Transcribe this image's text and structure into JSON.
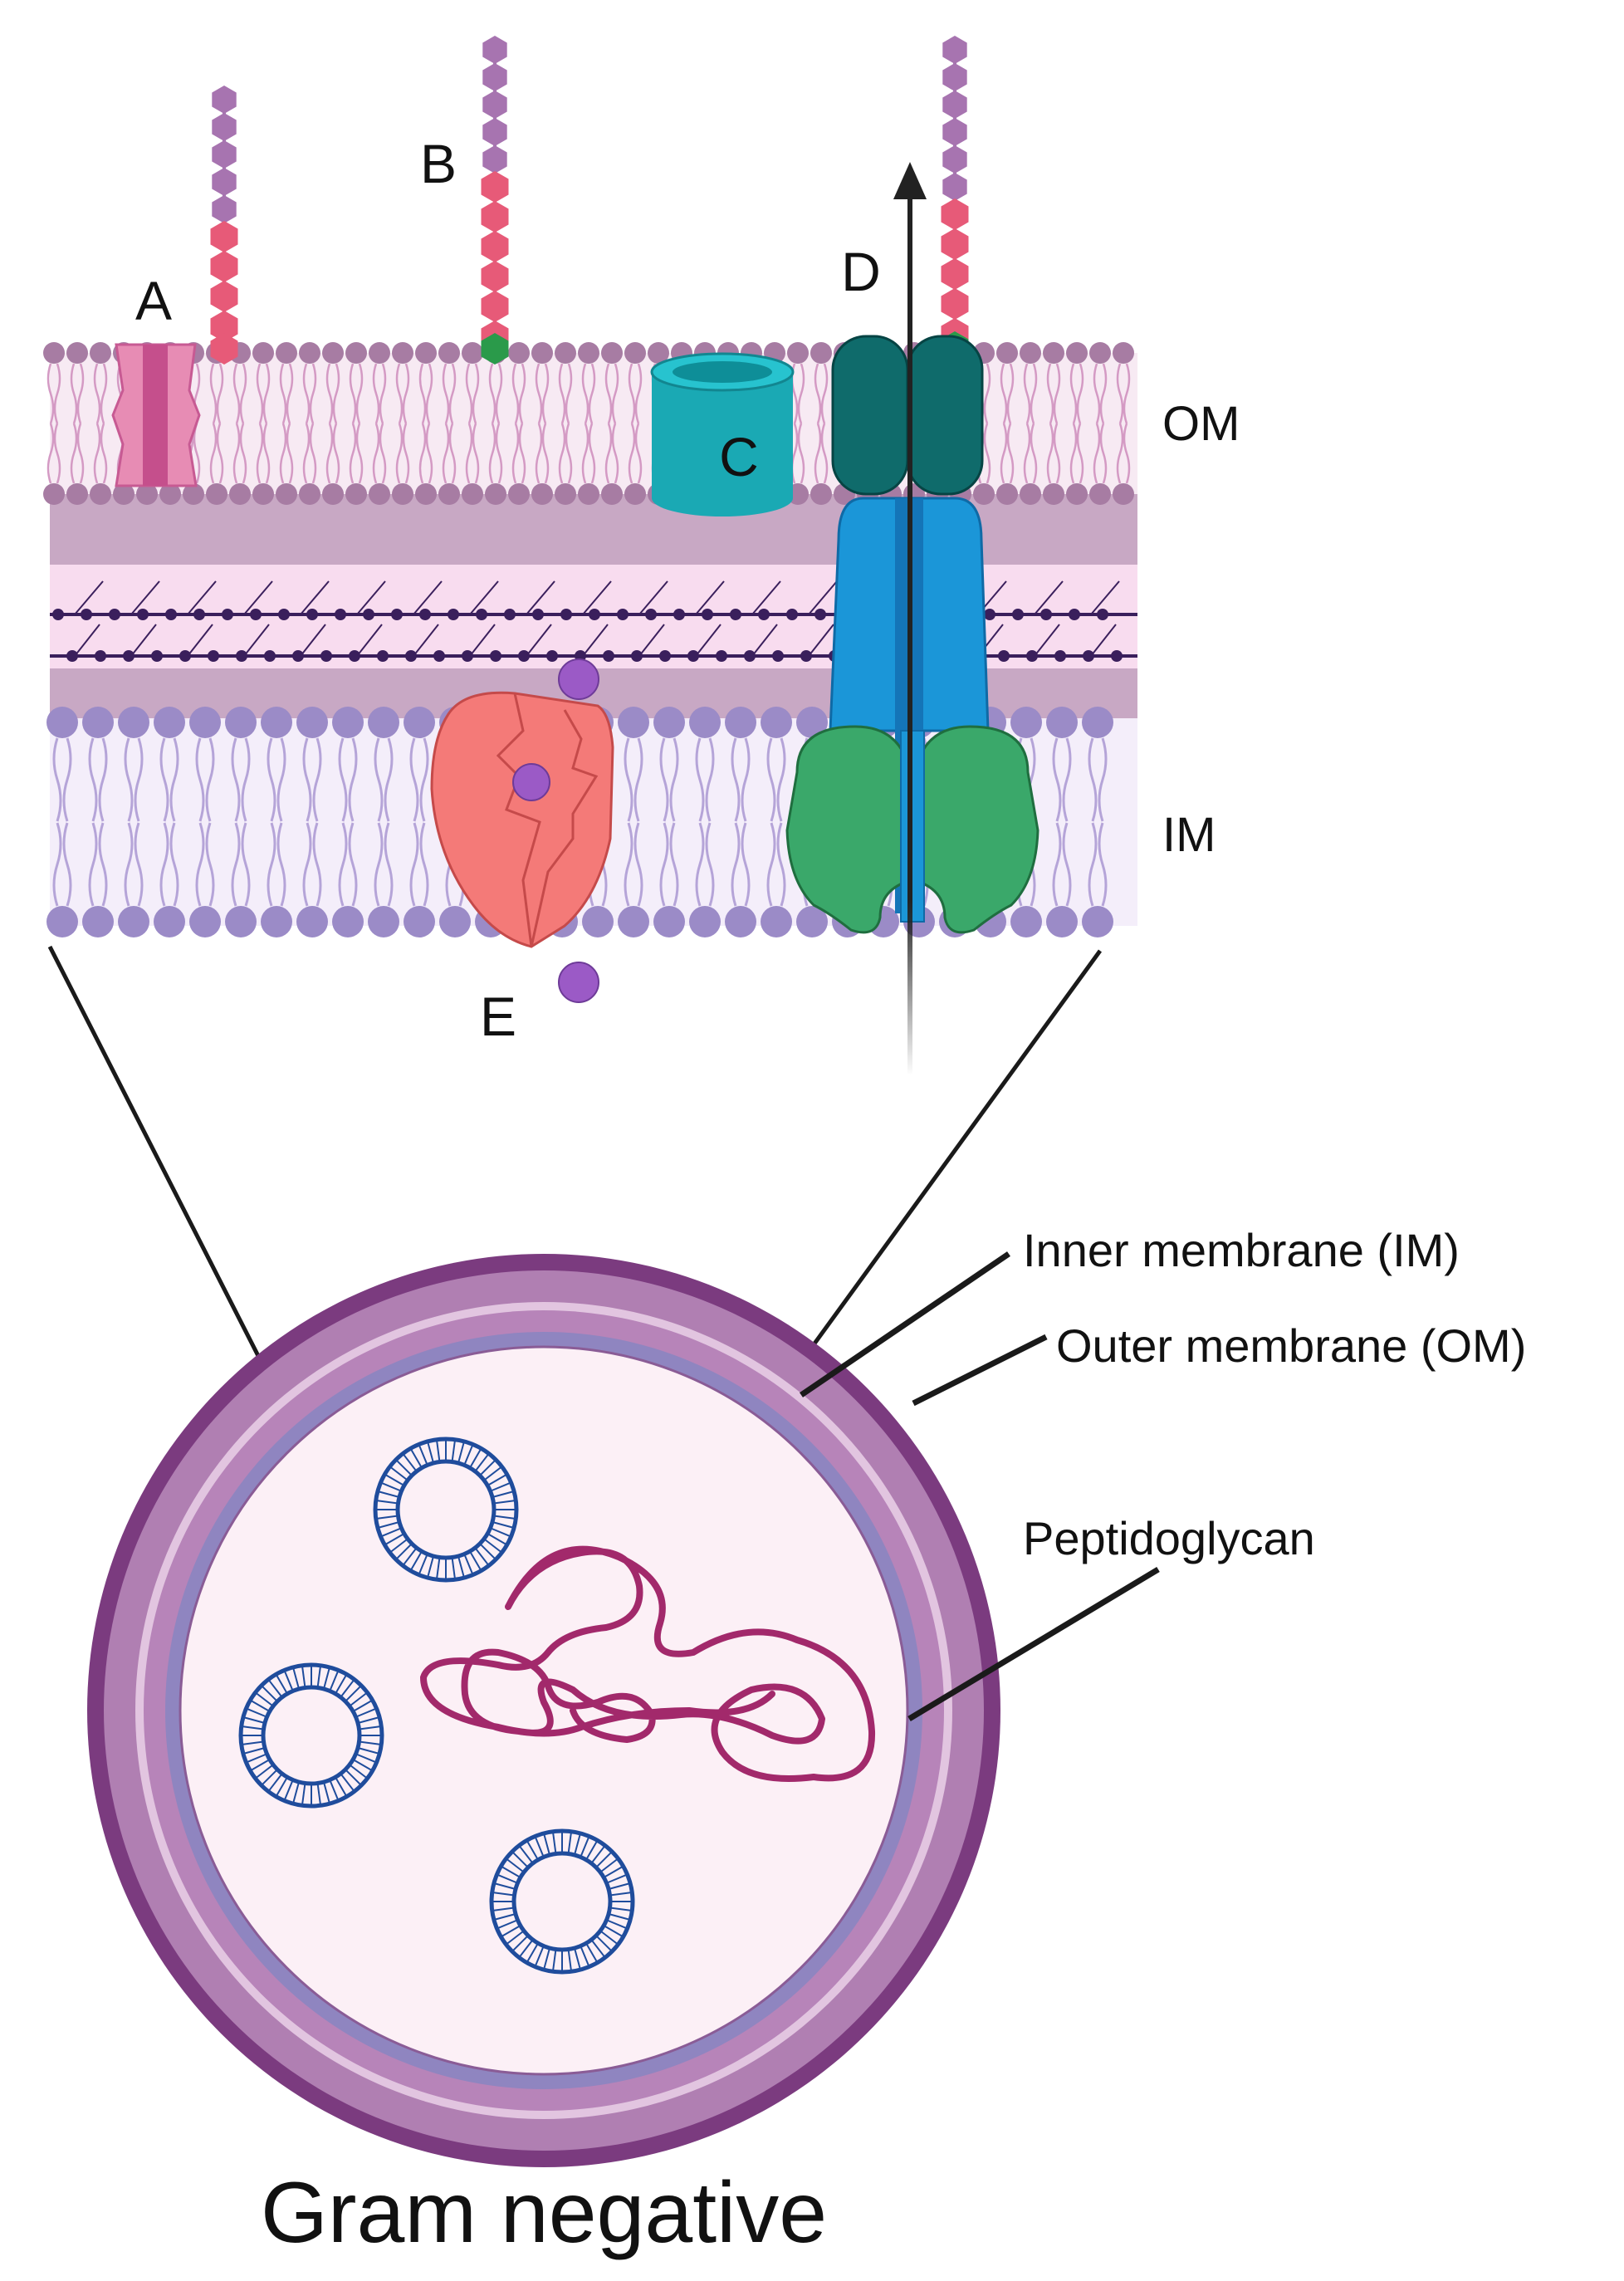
{
  "membrane_labels": {
    "outer": "OM",
    "inner": "IM"
  },
  "protein_labels": {
    "a": "A",
    "b": "B",
    "c": "C",
    "d": "D",
    "e": "E"
  },
  "cell_callouts": {
    "inner_membrane": "Inner membrane (IM)",
    "outer_membrane": "Outer membrane (OM)",
    "peptidoglycan": "Peptidoglycan"
  },
  "caption": "Gram negative",
  "colors": {
    "om_headgroup": "#a77ca3",
    "im_headgroup": "#9b8bc7",
    "peptidoglycan_band": "#c8a8c4",
    "peptidoglycan_mesh": "#3a1f5c",
    "porin_a": "#e78cb4",
    "channel_c": "#1aa9b4",
    "efflux_om": "#0f6b6b",
    "efflux_periplasm": "#1b96d8",
    "efflux_im": "#3aa86a",
    "transporter_e": "#f47a78",
    "substrate": "#9b5ac6",
    "lps_sugar": "#a774b0",
    "lps_core": "#e75a78",
    "lps_lipid": "#2a9a4a",
    "cell_wall": "#7b3b7f",
    "cytoplasm": "#fcf0f6",
    "dna": "#a2296b",
    "plasmid": "#1f4c9c"
  }
}
